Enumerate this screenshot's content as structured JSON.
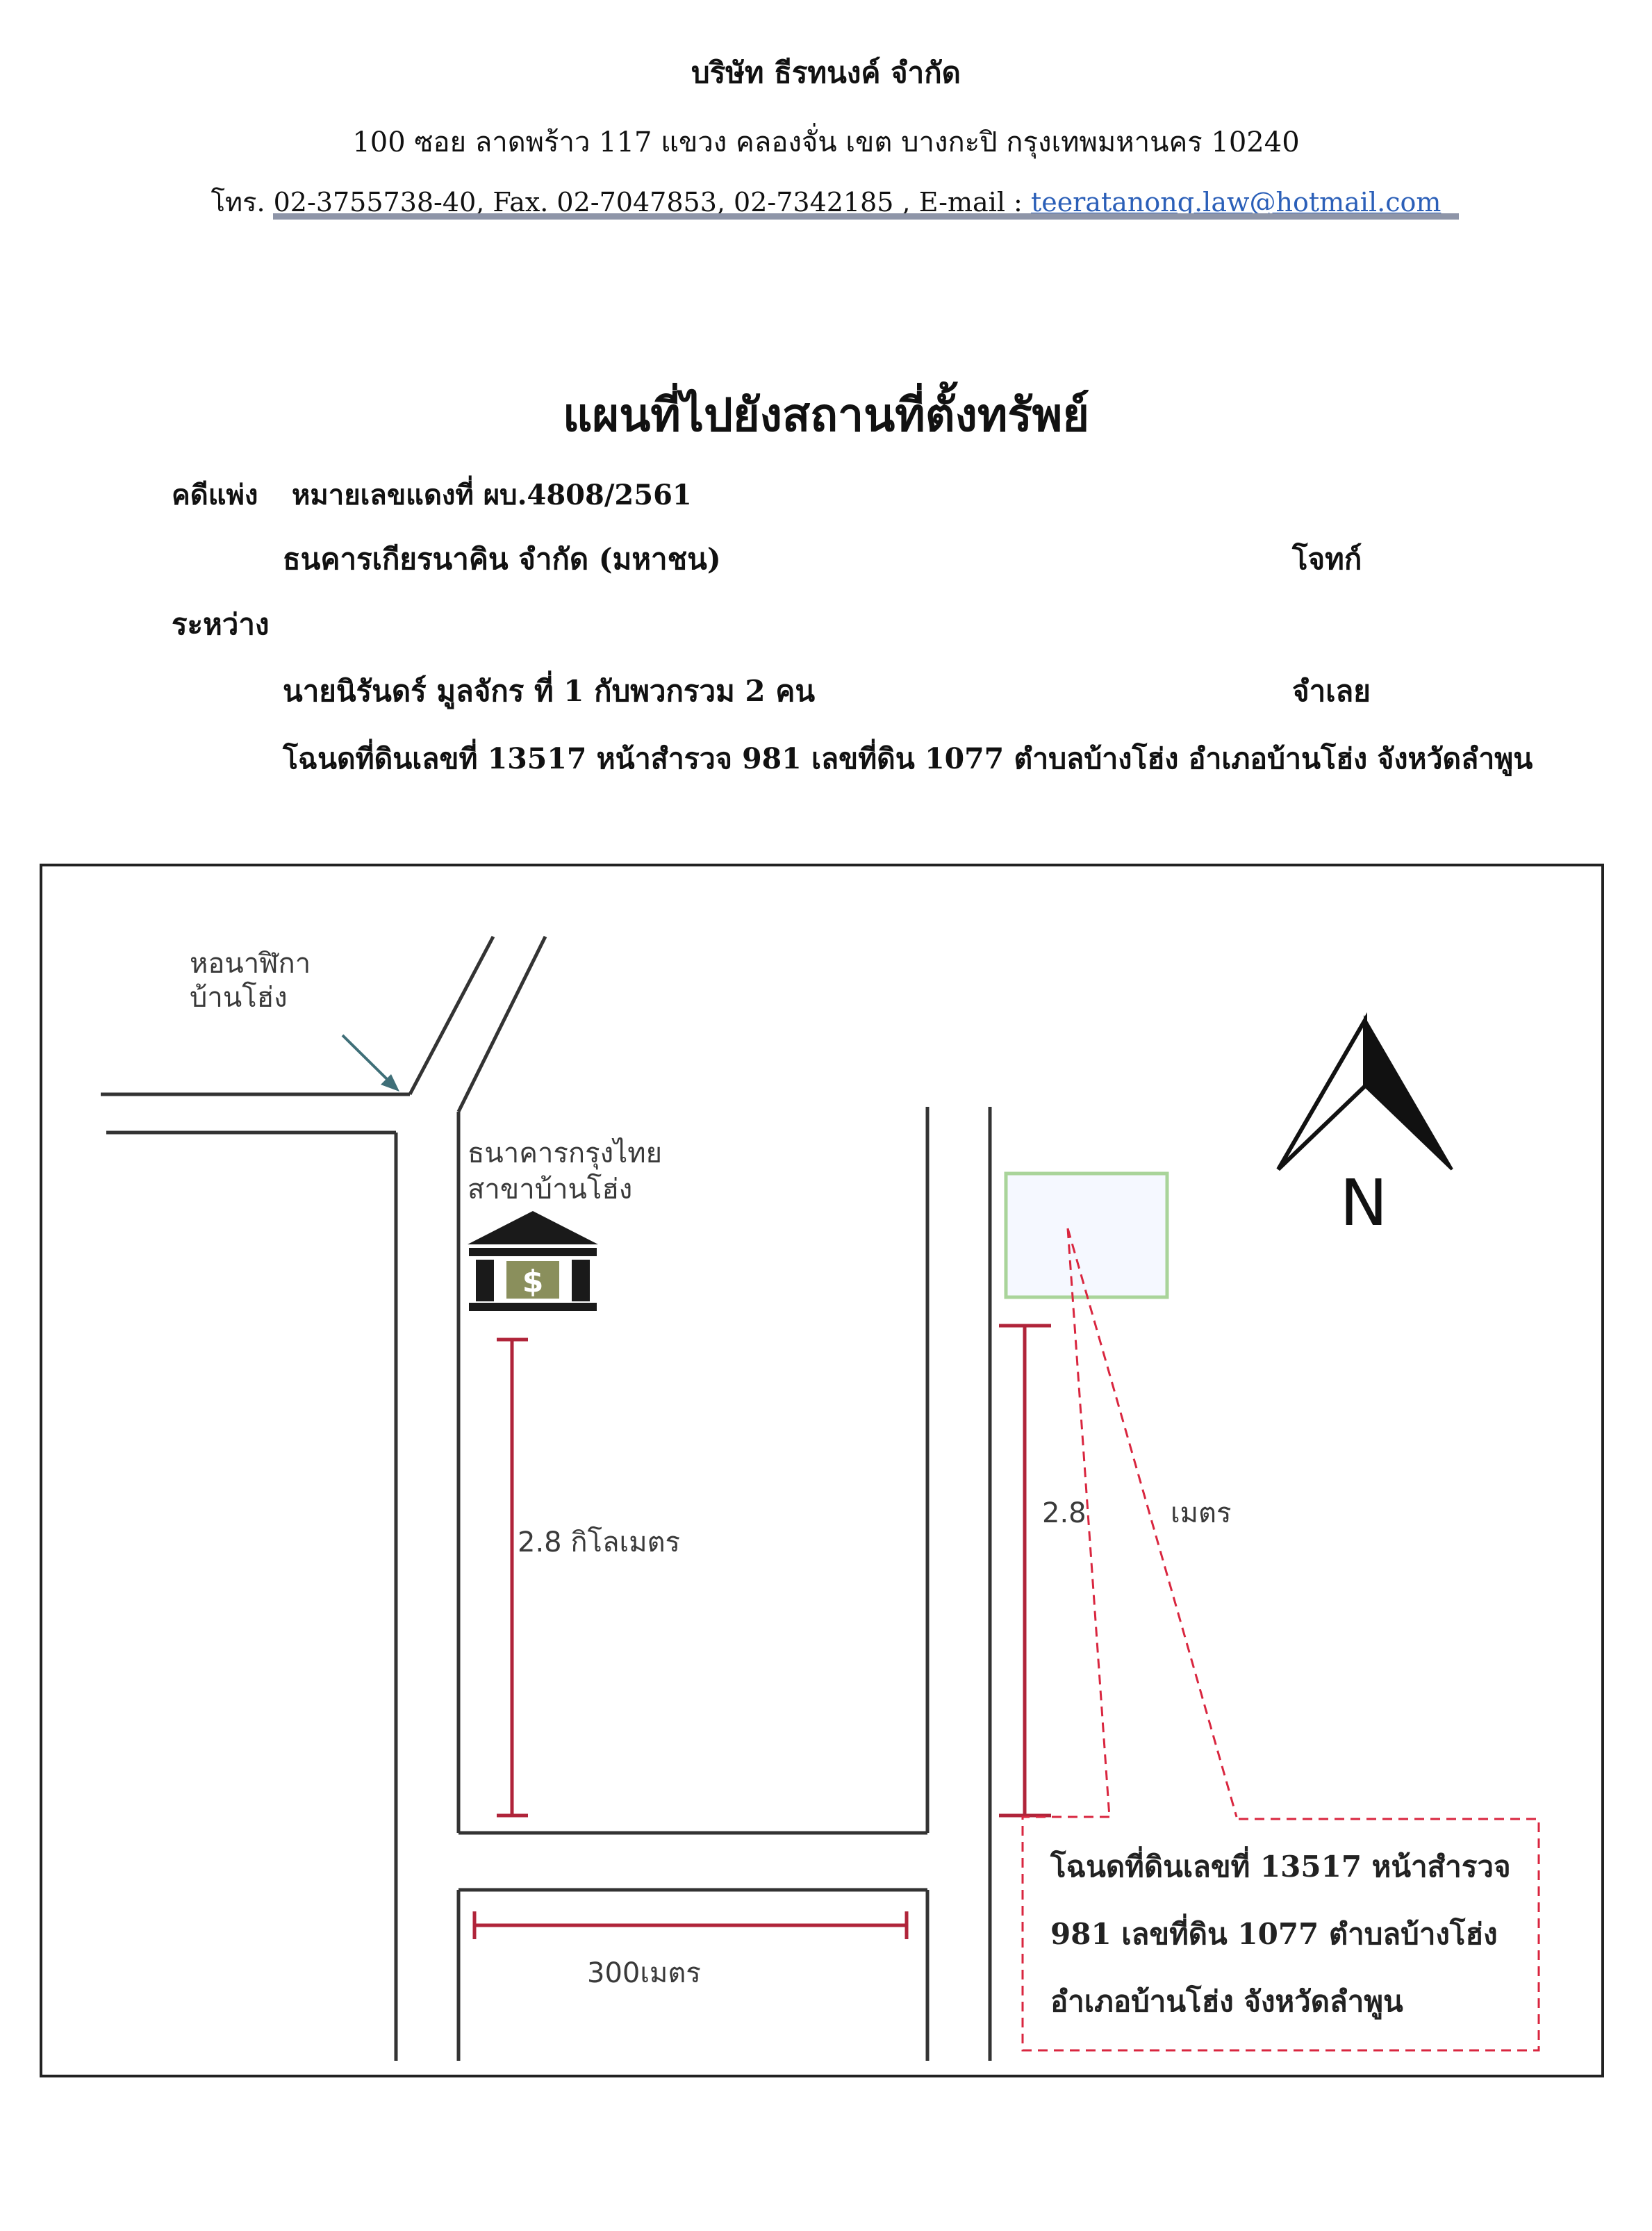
{
  "header": {
    "company": "บริษัท  ธีรทนงค์ จำกัด",
    "address": "100   ซอย ลาดพร้าว 117    แขวง คลองจั่น    เขต บางกะปิ   กรุงเทพมหานคร  10240",
    "contact_prefix": "โทร. 02-3755738-40, Fax.  02-7047853, 02-7342185 , E-mail : ",
    "email": "teeratanong.law@hotmail.com"
  },
  "document": {
    "title": "แผนที่ไปยังสถานที่ตั้งทรัพย์",
    "case_label": "คดีแพ่ง",
    "case_number": "หมายเลขแดงที่  ผบ.4808/2561",
    "plaintiff": "ธนคารเกียรนาคิน จำกัด (มหาชน)",
    "plaintiff_role": "โจทก์",
    "between": "ระหว่าง",
    "defendant": "นายนิรันดร์ มูลจักร ที่ 1 กับพวกรวม 2 คน",
    "defendant_role": "จำเลย",
    "deed_line": "โฉนดที่ดินเลขที่ 13517 หน้าสำรวจ 981 เลขที่ดิน 1077 ตำบลบ้างโฮ่ง อำเภอบ้านโฮ่ง จังหวัดลำพูน"
  },
  "map": {
    "clock_tower_line1": "หอนาฬิกา",
    "clock_tower_line2": "บ้านโฮ่ง",
    "bank_line1": "ธนาคารกรุงไทย",
    "bank_line2": "สาขาบ้านโฮ่ง",
    "bank_icon_symbol": "$",
    "distance_left": "2.8 กิโลเมตร",
    "distance_right_a": "2.8",
    "distance_right_b": "เมตร",
    "distance_bottom": "300เมตร",
    "north_label": "N",
    "property_note_line1": "โฉนดที่ดินเลขที่ 13517 หน้าสำรวจ",
    "property_note_line2": "981 เลขที่ดิน 1077 ตำบลบ้างโฮ่ง",
    "property_note_line3": "อำเภอบ้านโฮ่ง จังหวัดลำพูน",
    "colors": {
      "road": "#333333",
      "measure": "#b0243a",
      "callout": "#d9263f",
      "property_fill": "#f5f8ff",
      "property_border": "#a9d49a",
      "north_arrow": "#111111"
    }
  }
}
